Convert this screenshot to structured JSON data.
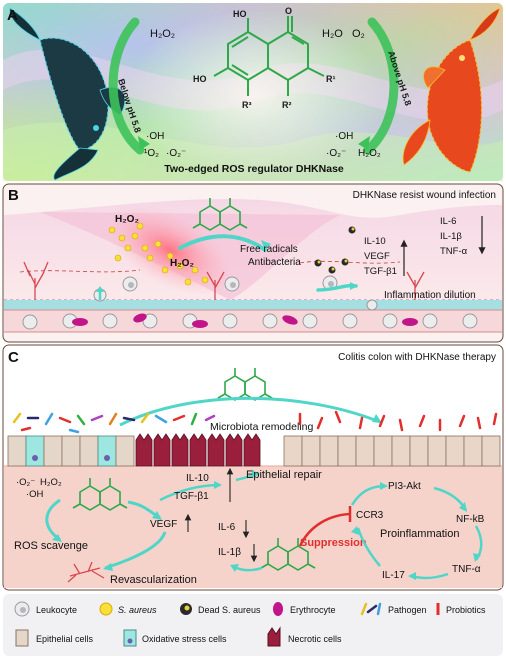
{
  "panelA": {
    "letter": "A",
    "h2o2_left": "H₂O₂",
    "h2o_right": "H₂O",
    "o2_right": "O₂",
    "below_ph": "Below pH 5.8",
    "above_ph": "Above pH 5.8",
    "oh_left": "·OH",
    "o2_singlet": "¹O₂",
    "o2_super_left": "·O₂⁻",
    "oh_right": "·OH",
    "o2_super_right": "·O₂⁻",
    "h2o2_bottom_right": "H₂O₂",
    "ho_top": "HO",
    "ho_left": "HO",
    "oxo": "O",
    "r1": "R¹",
    "r2": "R²",
    "r3": "R³",
    "caption": "Two-edged ROS regulator DHKNase"
  },
  "panelB": {
    "letter": "B",
    "title": "DHKNase resist wound infection",
    "h2o2_a": "H₂O₂",
    "h2o2_b": "H₂O₂",
    "free_radicals": "Free radicals",
    "antibacteria": "Antibacteria",
    "up_list": [
      "IL-10",
      "VEGF",
      "TGF-β1"
    ],
    "down_list": [
      "IL-6",
      "IL-1β",
      "TNF-α"
    ],
    "dilution": "Inflammation dilution"
  },
  "panelC": {
    "letter": "C",
    "title": "Colitis colon with DHKNase therapy",
    "microbiota": "Microbiota remodeling",
    "ros_species_1": "·O₂⁻",
    "ros_species_2": "H₂O₂",
    "ros_species_3": "·OH",
    "ros_scavenge": "ROS scavenge",
    "vegf": "VEGF",
    "revascularization": "Revascularization",
    "il10": "IL-10",
    "tgf": "TGF-β1",
    "epithelial_repair": "Epithelial repair",
    "il6": "IL-6",
    "il1b": "IL-1β",
    "ccr3": "CCR3",
    "suppression": "Suppression",
    "pi3": "PI3-Akt",
    "nfkb": "NF-kB",
    "proinflammation": "Proinflammation",
    "tnfa": "TNF-α",
    "il17": "IL-17"
  },
  "legend": [
    {
      "label": "Leukocyte",
      "italic": false
    },
    {
      "label": "S. aureus",
      "italic": true
    },
    {
      "label": "Dead S. aureus",
      "italic": false
    },
    {
      "label": "Erythrocyte",
      "italic": false
    },
    {
      "label": "Pathogen",
      "italic": false
    },
    {
      "label": "Probiotics",
      "italic": false
    },
    {
      "label": "Epithelial cells",
      "italic": false
    },
    {
      "label": "Oxidative stress cells",
      "italic": false
    },
    {
      "label": "Necrotic cells",
      "italic": false
    }
  ],
  "colors": {
    "arrow_green": "#3dc25a",
    "arrow_cyan": "#4fd6c8",
    "suppression_red": "#e0302e",
    "molecule_green": "#2fa84a",
    "panel_b_bg": "#f9ecec",
    "panel_c_bg": "#f5d3cb"
  }
}
